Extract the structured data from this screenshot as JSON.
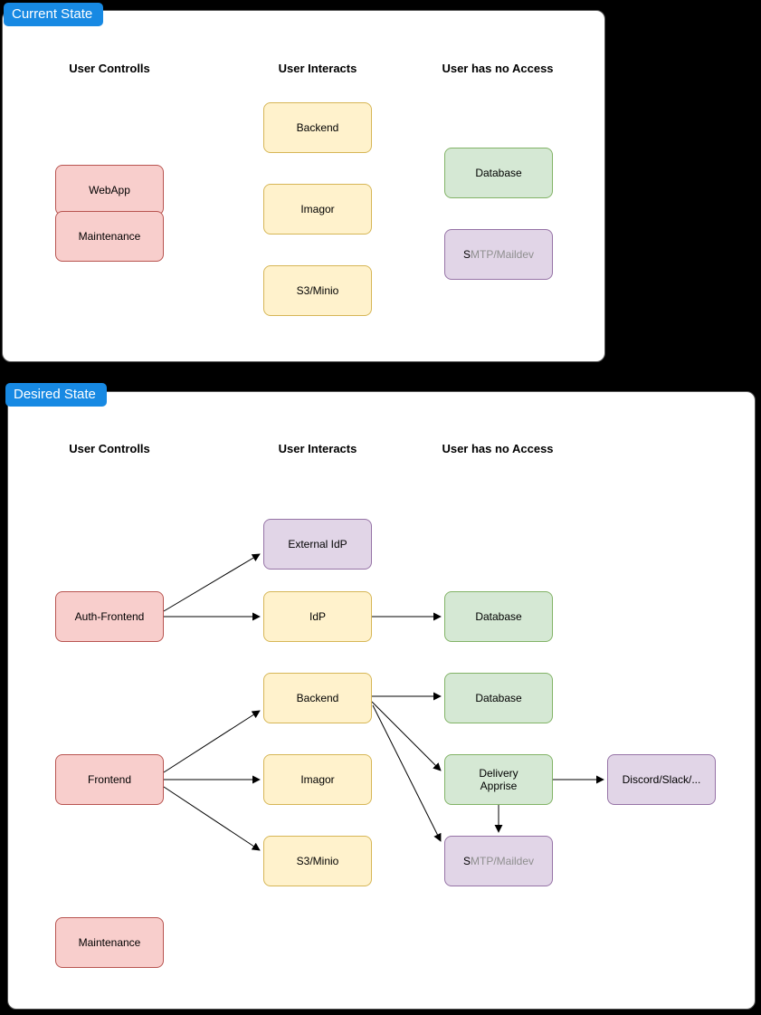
{
  "palette": {
    "page_bg": "#000000",
    "panel_bg": "#ffffff",
    "panel_border": "#555555",
    "badge_bg": "#1789e3",
    "badge_text": "#ffffff",
    "edge_color": "#000000",
    "smtp_dim": "#8f8f8f",
    "red_fill": "#f8cecc",
    "red_stroke": "#b85450",
    "yellow_fill": "#fff2cc",
    "yellow_stroke": "#d6b656",
    "green_fill": "#d5e8d4",
    "green_stroke": "#82b366",
    "purple_fill": "#e1d5e7",
    "purple_stroke": "#9673a6"
  },
  "panels": [
    {
      "title": "Current State",
      "headers": [
        "User Controlls",
        "User Interacts",
        "User has no Access"
      ],
      "nodes": [
        {
          "id": "webapp",
          "label": "WebApp",
          "color": "red"
        },
        {
          "id": "maintenance",
          "label": "Maintenance",
          "color": "red"
        },
        {
          "id": "backend",
          "label": "Backend",
          "color": "yellow"
        },
        {
          "id": "imagor",
          "label": "Imagor",
          "color": "yellow"
        },
        {
          "id": "s3minio",
          "label": "S3/Minio",
          "color": "yellow"
        },
        {
          "id": "database",
          "label": "Database",
          "color": "green"
        },
        {
          "id": "smtp-maildev",
          "label_dark": "S",
          "label_dim": "MTP/Maildev",
          "color": "purple"
        }
      ],
      "edges": []
    },
    {
      "title": "Desired State",
      "headers": [
        "User Controlls",
        "User Interacts",
        "User has no Access"
      ],
      "nodes": [
        {
          "id": "external-idp",
          "label": "External IdP",
          "color": "purple"
        },
        {
          "id": "auth-frontend",
          "label": "Auth-Frontend",
          "color": "red"
        },
        {
          "id": "idp",
          "label": "IdP",
          "color": "yellow"
        },
        {
          "id": "database-idp",
          "label": "Database",
          "color": "green"
        },
        {
          "id": "backend",
          "label": "Backend",
          "color": "yellow"
        },
        {
          "id": "database-backend",
          "label": "Database",
          "color": "green"
        },
        {
          "id": "frontend",
          "label": "Frontend",
          "color": "red"
        },
        {
          "id": "imagor",
          "label": "Imagor",
          "color": "yellow"
        },
        {
          "id": "delivery-apprise",
          "label": "Delivery\nApprise",
          "color": "green"
        },
        {
          "id": "discord-slack",
          "label": "Discord/Slack/...",
          "color": "purple"
        },
        {
          "id": "s3minio",
          "label": "S3/Minio",
          "color": "yellow"
        },
        {
          "id": "smtp-maildev",
          "label_dark": "S",
          "label_dim": "MTP/Maildev",
          "color": "purple"
        },
        {
          "id": "maintenance",
          "label": "Maintenance",
          "color": "red"
        }
      ],
      "edges": [
        {
          "from": "auth-frontend",
          "to": "external-idp"
        },
        {
          "from": "auth-frontend",
          "to": "idp"
        },
        {
          "from": "idp",
          "to": "database-idp"
        },
        {
          "from": "frontend",
          "to": "backend"
        },
        {
          "from": "frontend",
          "to": "imagor"
        },
        {
          "from": "frontend",
          "to": "s3minio"
        },
        {
          "from": "backend",
          "to": "database-backend"
        },
        {
          "from": "backend",
          "to": "delivery-apprise"
        },
        {
          "from": "backend",
          "to": "smtp-maildev"
        },
        {
          "from": "delivery-apprise",
          "to": "discord-slack"
        },
        {
          "from": "delivery-apprise",
          "to": "smtp-maildev"
        }
      ]
    }
  ]
}
